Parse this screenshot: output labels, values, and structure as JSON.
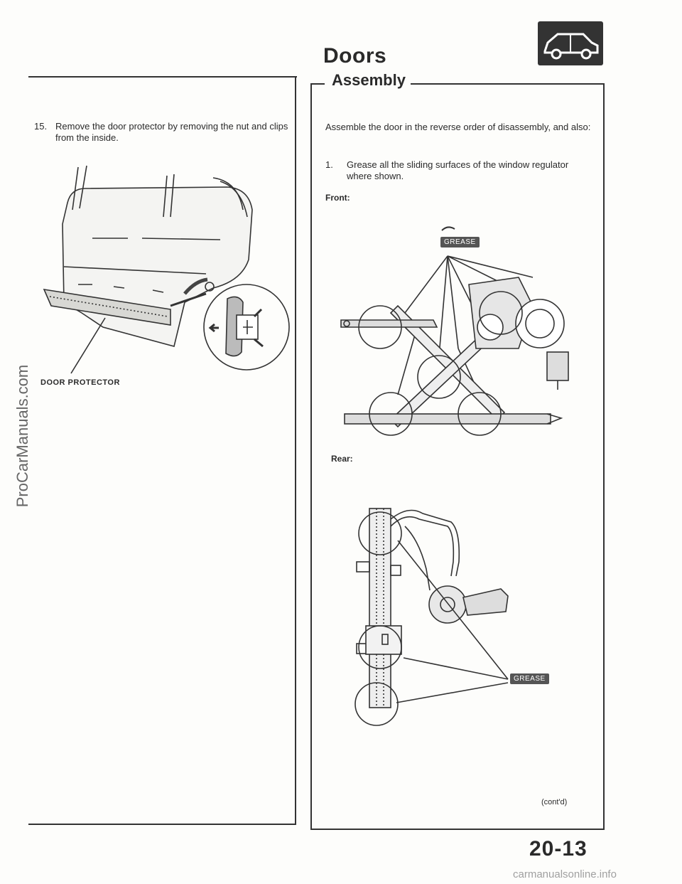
{
  "header": {
    "title": "Doors",
    "section": "Assembly"
  },
  "left": {
    "step15_num": "15.",
    "step15_text": "Remove the door protector by removing the nut and clips from the inside.",
    "callout_door_protector": "DOOR PROTECTOR"
  },
  "right": {
    "intro": "Assemble the door in the reverse order of disassembly, and also:",
    "step1_num": "1.",
    "step1_text": "Grease all the sliding surfaces of the window regulator where shown.",
    "front_label": "Front:",
    "rear_label": "Rear:",
    "grease_front": "GREASE",
    "grease_rear": "GREASE",
    "contd": "(cont'd)"
  },
  "footer": {
    "page_number": "20-13",
    "watermark_side": "ProCarManuals.com",
    "watermark_foot": "carmanualsonline.info"
  },
  "icons": {
    "car": "car-side-icon"
  }
}
